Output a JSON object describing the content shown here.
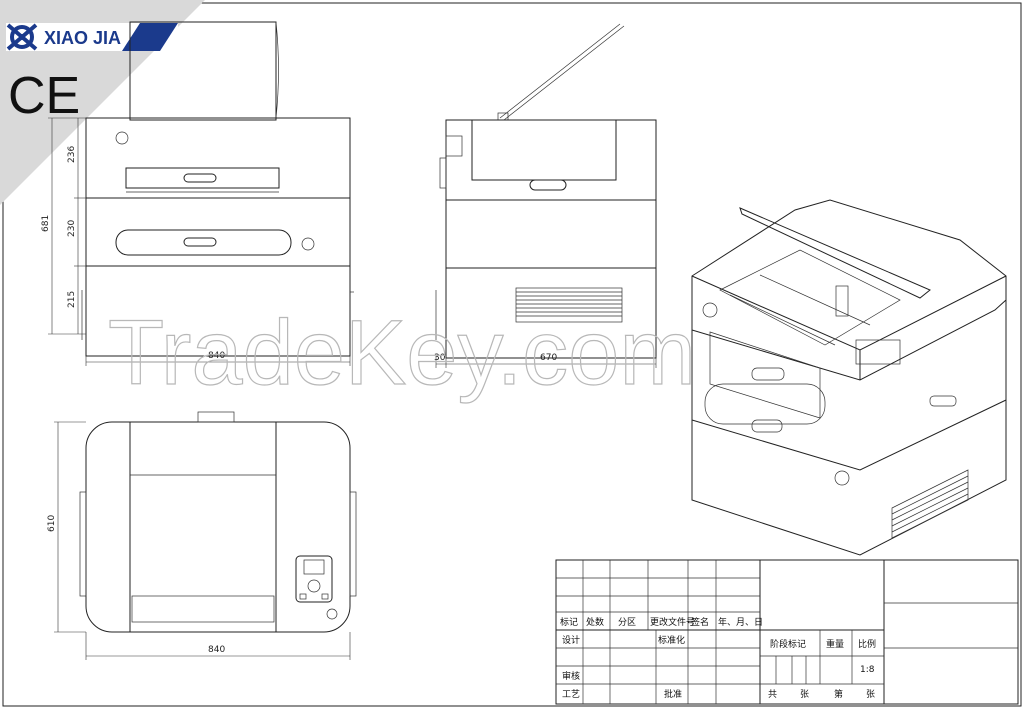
{
  "brand": {
    "name": "XIAO JIA",
    "certification": "CE",
    "watermark": "TradeKey.com"
  },
  "dimensions": {
    "front_width": "840",
    "side_depth": "670",
    "side_offset": "30",
    "total_height": "681",
    "top_section": "236",
    "mid_section": "230",
    "bottom_section": "215",
    "top_view_depth": "610",
    "top_view_width": "840"
  },
  "title_block": {
    "headers": [
      "标记",
      "处数",
      "分区",
      "更改文件号",
      "签名",
      "年、月、日"
    ],
    "design": "设计",
    "standardize": "标准化",
    "review": "审核",
    "process": "工艺",
    "approve": "批准",
    "stage_mark": "阶段标记",
    "weight": "重量",
    "ratio_label": "比例",
    "ratio_value": "1:8",
    "sheets_total_a": "共",
    "sheets_total_b": "张",
    "sheet_no_a": "第",
    "sheet_no_b": "张"
  },
  "colors": {
    "brand_blue": "#1b3a8c",
    "line": "#222222",
    "banner_grey": "#d9d9d9"
  }
}
